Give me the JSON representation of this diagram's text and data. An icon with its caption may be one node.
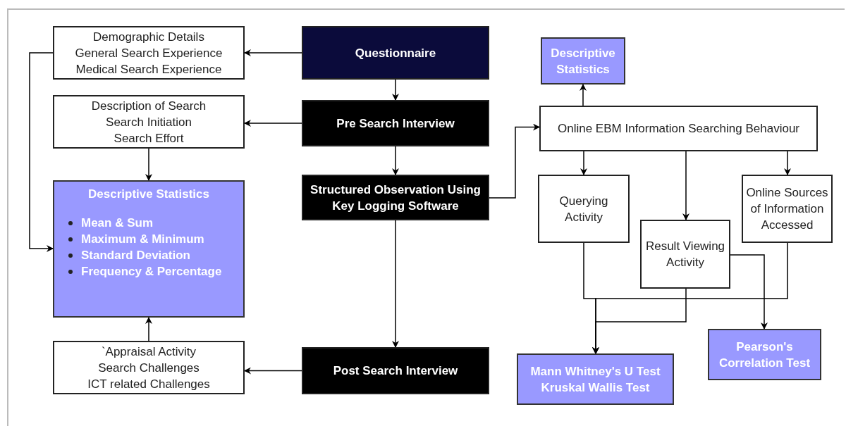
{
  "diagram": {
    "nodes": [
      {
        "text": [
          "Demographic Details",
          "General Search Experience",
          "Medical Search Experience"
        ]
      },
      {
        "text": [
          "Questionnaire"
        ]
      },
      {
        "text": [
          "Description of Search",
          "Search Initiation",
          "Search Effort"
        ]
      },
      {
        "text": [
          "Pre Search Interview"
        ]
      },
      {
        "text": [
          "Descriptive Statistics",
          "Mean & Sum",
          "Maximum & Minimum",
          "Standard Deviation",
          "Frequency & Percentage"
        ]
      },
      {
        "text": [
          "Structured Observation Using Key Logging Software"
        ]
      },
      {
        "text": [
          "`Appraisal Activity",
          "Search Challenges",
          "ICT related Challenges"
        ]
      },
      {
        "text": [
          "Post Search Interview"
        ]
      },
      {
        "text": [
          "Descriptive Statistics"
        ]
      },
      {
        "text": [
          "Online EBM Information Searching Behaviour"
        ]
      },
      {
        "text": [
          "Querying Activity"
        ]
      },
      {
        "text": [
          "Result Viewing Activity"
        ]
      },
      {
        "text": [
          "Online Sources of Information Accessed"
        ]
      },
      {
        "text": [
          "Mann Whitney's U Test",
          "Kruskal Wallis Test"
        ]
      },
      {
        "text": [
          "Pearson's Correlation Test"
        ]
      }
    ],
    "edges": [
      {
        "from": 1,
        "to": 0,
        "arrow": "to"
      },
      {
        "from": 1,
        "to": 3,
        "arrow": "to"
      },
      {
        "from": 3,
        "to": 2,
        "arrow": "to"
      },
      {
        "from": 2,
        "to": 4,
        "arrow": "to"
      },
      {
        "from": 0,
        "to": 4,
        "arrow": "to"
      },
      {
        "from": 3,
        "to": 5,
        "arrow": "to"
      },
      {
        "from": 5,
        "to": 9,
        "arrow": "to"
      },
      {
        "from": 5,
        "to": 7,
        "arrow": "to"
      },
      {
        "from": 7,
        "to": 6,
        "arrow": "to"
      },
      {
        "from": 6,
        "to": 4,
        "arrow": "to"
      },
      {
        "from": 9,
        "to": 8,
        "arrow": "to"
      },
      {
        "from": 9,
        "to": 10,
        "arrow": "to"
      },
      {
        "from": 9,
        "to": 11,
        "arrow": "to"
      },
      {
        "from": 9,
        "to": 12,
        "arrow": "to"
      },
      {
        "from": 10,
        "to": 13,
        "arrow": "to"
      },
      {
        "from": 12,
        "to": 13,
        "arrow": "to"
      },
      {
        "from": 11,
        "to": 13,
        "arrow": "to"
      },
      {
        "from": 11,
        "to": 14,
        "arrow": "to"
      }
    ]
  }
}
